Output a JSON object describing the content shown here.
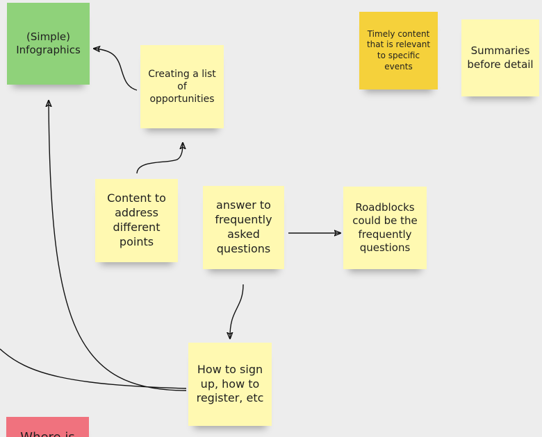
{
  "board": {
    "notes": {
      "infographics": {
        "text": "(Simple) Infographics",
        "color": "#8fd27a"
      },
      "creating_list": {
        "text": "Creating a list of opportunities",
        "color": "#fff9b1"
      },
      "timely_content": {
        "text": "Timely content that is relevant to specific events",
        "color": "#f5d13b"
      },
      "summaries": {
        "text": "Summaries before detail",
        "color": "#fff9b1"
      },
      "content_points": {
        "text": "Content to address different points",
        "color": "#fff9b1"
      },
      "faq": {
        "text": "answer to frequently asked questions",
        "color": "#fff9b1"
      },
      "roadblocks": {
        "text": "Roadblocks could be the frequently questions",
        "color": "#fff9b1"
      },
      "sign_up": {
        "text": "How to sign up, how to register, etc",
        "color": "#fff9b1"
      },
      "where_is": {
        "text": "Where is",
        "color": "#f0727e"
      }
    },
    "connectors": [
      {
        "from": "creating_list",
        "to": "infographics"
      },
      {
        "from": "content_points",
        "to": "creating_list"
      },
      {
        "from": "faq",
        "to": "roadblocks"
      },
      {
        "from": "faq",
        "to": "sign_up"
      },
      {
        "from": "sign_up",
        "to": "infographics"
      },
      {
        "from": "sign_up",
        "to": "off-canvas-left"
      }
    ]
  }
}
